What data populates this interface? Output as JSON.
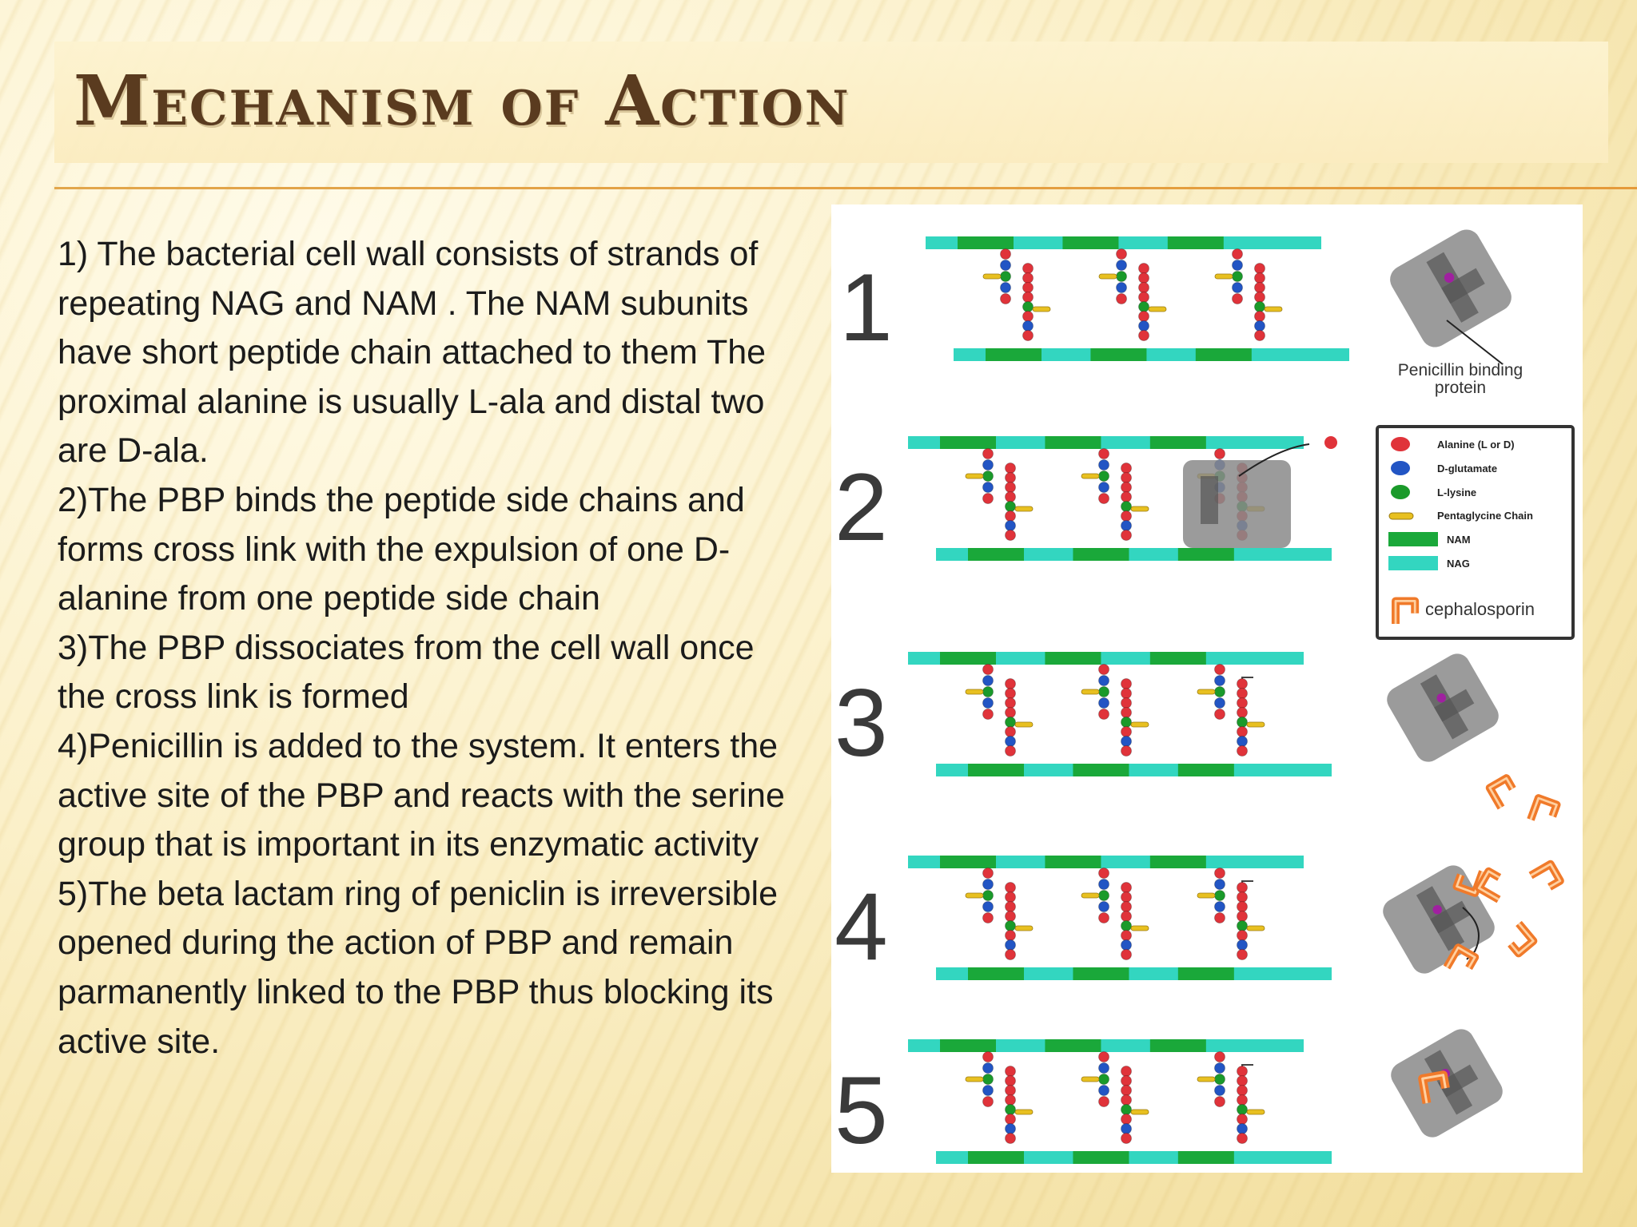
{
  "slide": {
    "title": "Mechanism of Action"
  },
  "steps": [
    {
      "number": "1)",
      "text": " The bacterial cell wall consists of strands of repeating NAG and NAM . The NAM subunits have  short peptide chain attached to them The proximal alanine is usually L-ala and distal two are D-ala."
    },
    {
      "number": "2)",
      "text": "The PBP binds the peptide side chains and forms cross link with the expulsion of one D-alanine from one peptide side chain"
    },
    {
      "number": "3)",
      "text": "The  PBP dissociates from the cell wall once the cross link is formed"
    },
    {
      "number": "4)",
      "text": "Penicillin is added to the system. It enters the active site of the PBP and reacts with the serine group that is important in its enzymatic activity"
    },
    {
      "number": "5)",
      "text": "The beta lactam ring of peniclin is irreversible opened during the action of PBP and remain parmanently linked to the PBP thus blocking its active site."
    }
  ],
  "figure": {
    "panel_numbers": [
      "1",
      "2",
      "3",
      "4",
      "5"
    ],
    "pbp_label": "Penicillin binding protein",
    "legend": [
      {
        "label": "Alanine (L or D)",
        "color": "#e0333a",
        "icon": "red-sphere"
      },
      {
        "label": "D-glutamate",
        "color": "#2255c4",
        "icon": "blue-sphere"
      },
      {
        "label": "L-lysine",
        "color": "#1a9a2a",
        "icon": "green-sphere"
      },
      {
        "label": "Pentaglycine Chain",
        "color": "#e8c020",
        "icon": "yellow-bar"
      },
      {
        "label": "NAM",
        "color": "#1aa83a",
        "icon": "green-bar"
      },
      {
        "label": "NAG",
        "color": "#33d6c0",
        "icon": "teal-bar"
      },
      {
        "label": "cephalosporin",
        "color": "#f07a2a",
        "icon": "orange-hook"
      }
    ],
    "colors": {
      "nag": "#33d6c0",
      "nam": "#1aa83a",
      "pbp": "#8a8a8a",
      "penicillin": "#f07a2a"
    }
  }
}
